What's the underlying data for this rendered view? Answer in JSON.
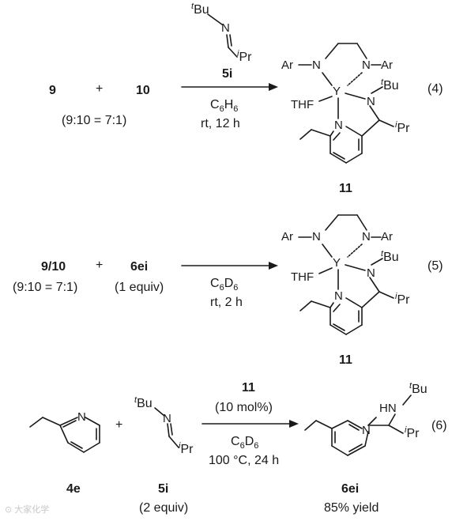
{
  "eq4": {
    "reactant_a": "9",
    "plus": "+",
    "reactant_b": "10",
    "ratio": "(9:10 = 7:1)",
    "reagent_label": "5i",
    "solvent_main": "C",
    "solvent_sub1": "6",
    "solvent_h": "H",
    "solvent_sub2": "6",
    "conditions": "rt, 12 h",
    "product_label": "11",
    "eq_number": "(4)"
  },
  "eq5": {
    "reactant_a": "9/10",
    "plus": "+",
    "reactant_b": "6ei",
    "ratio": "(9:10 = 7:1)",
    "equiv": "(1 equiv)",
    "solvent_main": "C",
    "solvent_sub1": "6",
    "solvent_d": "D",
    "solvent_sub2": "6",
    "conditions": "rt, 2 h",
    "product_label": "11",
    "eq_number": "(5)"
  },
  "eq6": {
    "reactant_a": "4e",
    "plus": "+",
    "reactant_b": "5i",
    "equiv": "(2 equiv)",
    "catalyst": "11",
    "loading": "(10 mol%)",
    "solvent_main": "C",
    "solvent_sub1": "6",
    "solvent_d": "D",
    "solvent_sub2": "6",
    "conditions": "100 °C, 24 h",
    "product_label": "6ei",
    "yield": "85% yield",
    "eq_number": "(6)"
  },
  "atoms": {
    "N": "N",
    "Y": "Y",
    "Ar": "Ar",
    "THF": "THF",
    "t": "t",
    "i": "i",
    "Bu": "Bu",
    "Pr": "Pr",
    "HN": "HN"
  }
}
